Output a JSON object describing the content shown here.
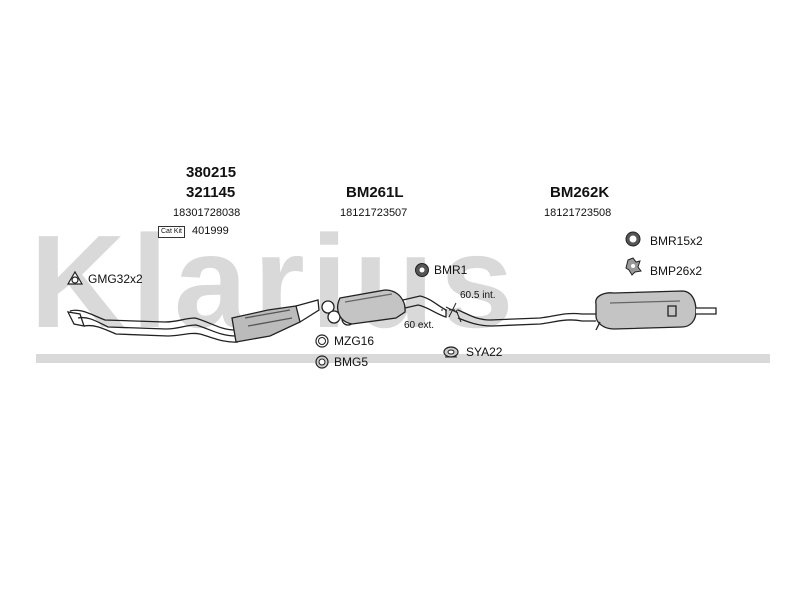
{
  "watermark": {
    "text": "Klarius"
  },
  "parts": {
    "catalyst": {
      "part_no_1": "380215",
      "part_no_2": "321145",
      "oem": "18301728038",
      "catkit_label": "Cat Kit",
      "catkit_no": "401999"
    },
    "middle": {
      "part_no": "BM261L",
      "oem": "18121723507"
    },
    "rear": {
      "part_no": "BM262K",
      "oem": "18121723508"
    }
  },
  "fittings": {
    "gmg": "GMG32x2",
    "bmr1": "BMR1",
    "mzg": "MZG16",
    "bmg": "BMG5",
    "sya": "SYA22",
    "bmr15": "BMR15x2",
    "bmp26": "BMP26x2"
  },
  "notes": {
    "int": "60.5 int.",
    "ext": "60 ext."
  }
}
